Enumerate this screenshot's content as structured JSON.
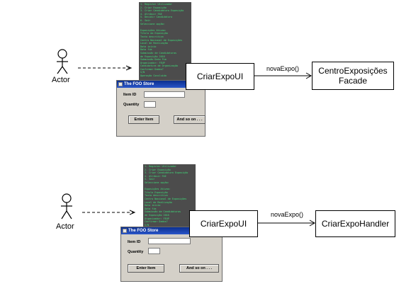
{
  "diagrams": [
    {
      "actor": "Actor",
      "ui_box": "CriarExpoUI",
      "message": "novaExpo()",
      "target_lines": [
        "CentroExposições",
        "Facade"
      ],
      "window": {
        "title": "The FOO Store",
        "item_id_label": "Item ID",
        "quantity_label": "Quantity",
        "enter_button": "Enter Item",
        "more_button": "And so on . . ."
      }
    },
    {
      "actor": "Actor",
      "ui_box": "CriarExpoUI",
      "message": "novaExpo()",
      "target_lines": [
        "CriarExpoHandler"
      ],
      "window": {
        "title": "The FOO Store",
        "item_id_label": "Item ID",
        "quantity_label": "Quantity",
        "enter_button": "Enter Item",
        "more_button": "And so on . . ."
      }
    }
  ]
}
